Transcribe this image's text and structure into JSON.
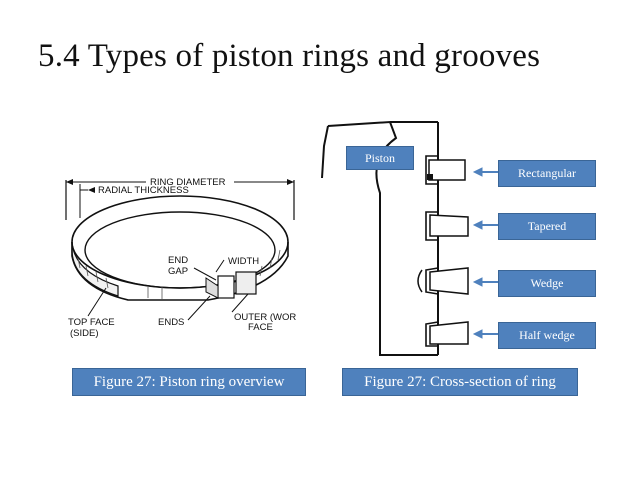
{
  "slide": {
    "title": "5.4 Types of piston rings and grooves",
    "left_figure": {
      "caption": "Figure 27: Piston ring overview",
      "labels": {
        "ring_diameter": "RING DIAMETER",
        "radial_thickness": "RADIAL THICKNESS",
        "end_gap_1": "END",
        "end_gap_2": "GAP",
        "width": "WIDTH",
        "top_face_1": "TOP FACE",
        "top_face_2": "(SIDE)",
        "ends": "ENDS",
        "outer_face_1": "OUTER (WOR",
        "outer_face_2": "FACE"
      }
    },
    "right_figure": {
      "caption": "Figure 27: Cross-section of ring",
      "piston_label": "Piston",
      "ring_types": [
        {
          "label": "Rectangular"
        },
        {
          "label": "Tapered"
        },
        {
          "label": "Wedge"
        },
        {
          "label": "Half wedge"
        }
      ]
    }
  },
  "colors": {
    "callout_blue": "#4f81bd",
    "callout_border": "#3a6596",
    "line": "#111111"
  }
}
